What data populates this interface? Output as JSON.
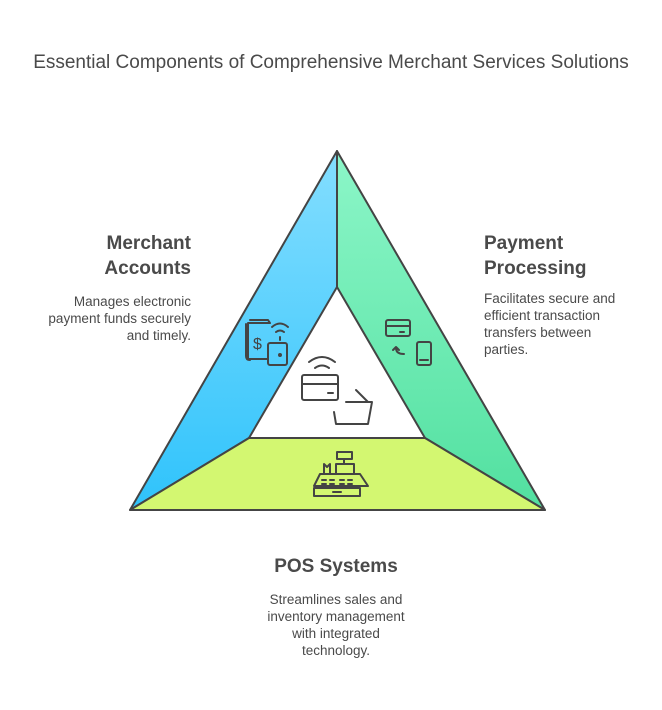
{
  "title": "Essential Components of Comprehensive Merchant Services Solutions",
  "sections": {
    "merchant": {
      "title_line1": "Merchant",
      "title_line2": "Accounts",
      "desc": [
        "Manages electronic",
        "payment funds securely",
        "and timely."
      ]
    },
    "payment": {
      "title_line1": "Payment",
      "title_line2": "Processing",
      "desc": [
        "Facilitates secure and",
        "efficient transaction",
        "transfers between",
        "parties."
      ]
    },
    "pos": {
      "title": "POS Systems",
      "desc": [
        "Streamlines sales and",
        "inventory management",
        "with integrated",
        "technology."
      ]
    }
  },
  "colors": {
    "blue_top": "#84deff",
    "blue_bottom": "#2fc3fb",
    "green_top": "#8cf6c8",
    "green_bottom": "#52e0a0",
    "lime": "#d3f771",
    "stroke": "#444444"
  },
  "icons": [
    "wallet-dollar-icon",
    "card-to-phone-icon",
    "contactless-card-basket-icon",
    "cash-register-icon"
  ]
}
